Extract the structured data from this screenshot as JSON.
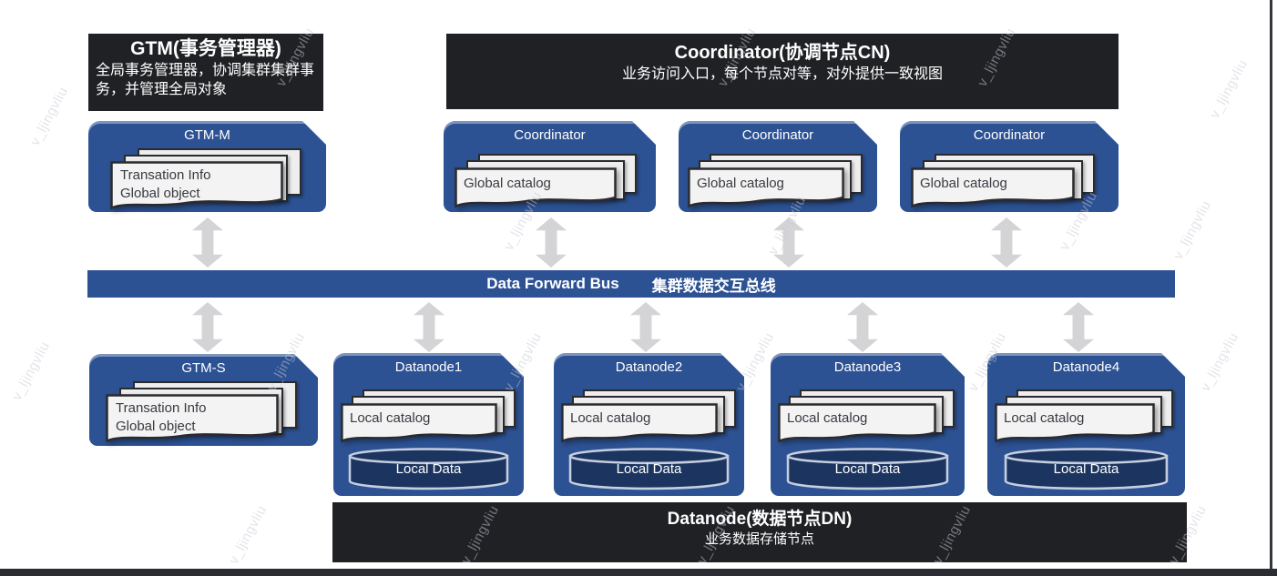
{
  "watermark": {
    "text": "v_ljingvliu"
  },
  "headers": {
    "gtm": {
      "title": "GTM(事务管理器)",
      "subtitle": "全局事务管理器，协调集群集群事务，并管理全局对象"
    },
    "coordinator": {
      "title": "Coordinator(协调节点CN)",
      "subtitle": "业务访问入口，每个节点对等，对外提供一致视图"
    },
    "datanode": {
      "title": "Datanode(数据节点DN)",
      "subtitle": "业务数据存储节点"
    }
  },
  "bus": {
    "label_en": "Data Forward Bus",
    "label_zh": "集群数据交互总线"
  },
  "gtm_m": {
    "title": "GTM-M",
    "paper_line1": "Transation Info",
    "paper_line2": "Global object"
  },
  "gtm_s": {
    "title": "GTM-S",
    "paper_line1": "Transation Info",
    "paper_line2": "Global object"
  },
  "coordinators": [
    {
      "title": "Coordinator",
      "paper": "Global catalog"
    },
    {
      "title": "Coordinator",
      "paper": "Global catalog"
    },
    {
      "title": "Coordinator",
      "paper": "Global catalog"
    }
  ],
  "datanodes": [
    {
      "title": "Datanode1",
      "paper": "Local catalog",
      "storage": "Local Data"
    },
    {
      "title": "Datanode2",
      "paper": "Local catalog",
      "storage": "Local Data"
    },
    {
      "title": "Datanode3",
      "paper": "Local catalog",
      "storage": "Local Data"
    },
    {
      "title": "Datanode4",
      "paper": "Local catalog",
      "storage": "Local Data"
    }
  ],
  "colors": {
    "folder_blue": "#2d5293",
    "bus_blue": "#2d5293",
    "header_black": "#202124",
    "cylinder_navy": "#1c3560",
    "arrow_gray": "#d4d4d6",
    "paper_gray": "#f3f3f4"
  }
}
